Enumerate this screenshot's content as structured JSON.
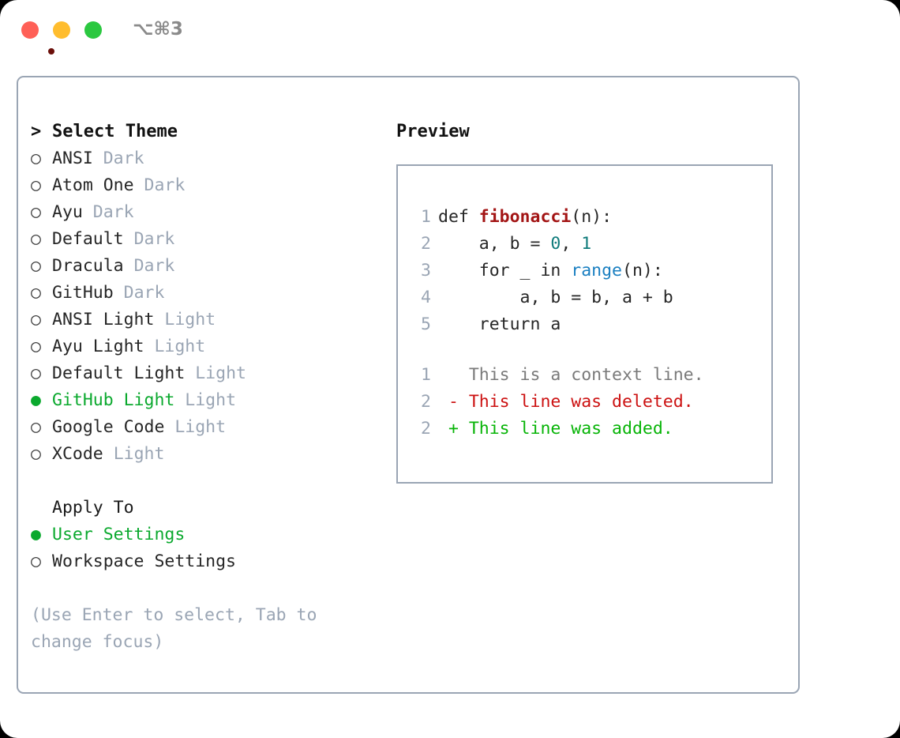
{
  "titlebar": {
    "shortcut": "⌥⌘3",
    "buttons": {
      "close": "close-window",
      "minimize": "minimize-window",
      "maximize": "maximize-window"
    }
  },
  "theme_list": {
    "header_prefix": ">",
    "header": "Select Theme",
    "bullet_selected": "●",
    "bullet_unselected": "○",
    "items": [
      {
        "name": "ANSI",
        "tag": "Dark",
        "selected": false
      },
      {
        "name": "Atom One",
        "tag": "Dark",
        "selected": false
      },
      {
        "name": "Ayu",
        "tag": "Dark",
        "selected": false
      },
      {
        "name": "Default",
        "tag": "Dark",
        "selected": false
      },
      {
        "name": "Dracula",
        "tag": "Dark",
        "selected": false
      },
      {
        "name": "GitHub",
        "tag": "Dark",
        "selected": false
      },
      {
        "name": "ANSI Light",
        "tag": "Light",
        "selected": false
      },
      {
        "name": "Ayu Light",
        "tag": "Light",
        "selected": false
      },
      {
        "name": "Default Light",
        "tag": "Light",
        "selected": false
      },
      {
        "name": "GitHub Light",
        "tag": "Light",
        "selected": true
      },
      {
        "name": "Google Code",
        "tag": "Light",
        "selected": false
      },
      {
        "name": "XCode",
        "tag": "Light",
        "selected": false
      }
    ]
  },
  "apply_to": {
    "header": "Apply To",
    "items": [
      {
        "name": "User Settings",
        "selected": true
      },
      {
        "name": "Workspace Settings",
        "selected": false
      }
    ]
  },
  "hint": "(Use Enter to select, Tab to change focus)",
  "preview": {
    "title": "Preview",
    "code_lines": [
      {
        "no": "1",
        "tokens": [
          {
            "t": "def ",
            "c": "plain"
          },
          {
            "t": "fibonacci",
            "c": "func"
          },
          {
            "t": "(n):",
            "c": "plain"
          }
        ]
      },
      {
        "no": "2",
        "tokens": [
          {
            "t": "    a, b = ",
            "c": "plain"
          },
          {
            "t": "0",
            "c": "num"
          },
          {
            "t": ", ",
            "c": "plain"
          },
          {
            "t": "1",
            "c": "num"
          }
        ]
      },
      {
        "no": "3",
        "tokens": [
          {
            "t": "    for _ in ",
            "c": "plain"
          },
          {
            "t": "range",
            "c": "call"
          },
          {
            "t": "(n):",
            "c": "plain"
          }
        ]
      },
      {
        "no": "4",
        "tokens": [
          {
            "t": "        a, b = b, a + b",
            "c": "plain"
          }
        ]
      },
      {
        "no": "5",
        "tokens": [
          {
            "t": "    return a",
            "c": "plain"
          }
        ]
      }
    ],
    "diff_lines": [
      {
        "no": "1",
        "marker": " ",
        "text": "This is a context line.",
        "kind": "context"
      },
      {
        "no": "2",
        "marker": "-",
        "text": "This line was deleted.",
        "kind": "del"
      },
      {
        "no": "2",
        "marker": "+",
        "text": "This line was added.",
        "kind": "add"
      }
    ]
  },
  "colors": {
    "accent_green": "#0ba92e",
    "muted_gray": "#9aa5b4",
    "diff_delete": "#cc1111",
    "diff_add": "#07b407",
    "func_red": "#a31515",
    "number_teal": "#0f7b7b",
    "call_blue": "#1a7fc1"
  }
}
